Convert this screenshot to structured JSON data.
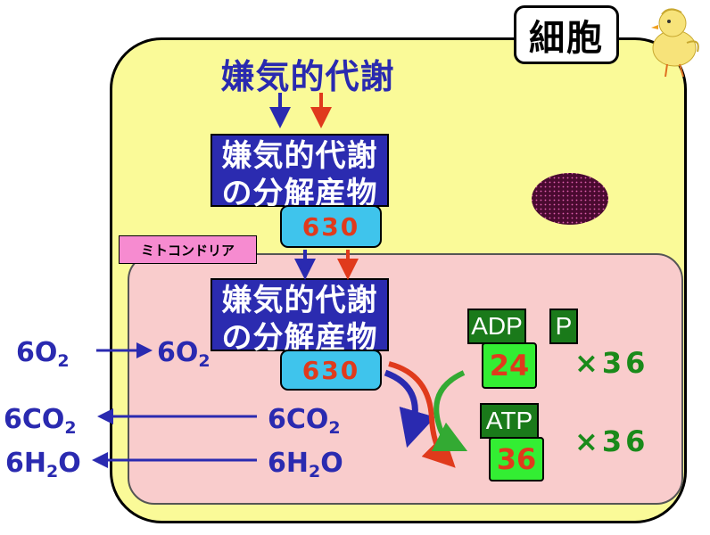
{
  "cell": {
    "label": "細胞"
  },
  "mitochondria": {
    "label": "ミトコンドリア"
  },
  "top_title": "嫌気的代謝",
  "product_box_upper": {
    "line1": "嫌気的代謝",
    "line2": "の分解産物",
    "value": "630"
  },
  "product_box_lower": {
    "line1": "嫌気的代謝",
    "line2": "の分解産物",
    "value": "630"
  },
  "oxygen": {
    "outside_coef": "6O",
    "outside_sub": "2",
    "inside_coef": "6O",
    "inside_sub": "2"
  },
  "co2": {
    "outside_coef": "6CO",
    "outside_sub": "2",
    "inside_coef": "6CO",
    "inside_sub": "2"
  },
  "h2o": {
    "outside_a": "6H",
    "outside_sub": "2",
    "outside_b": "O",
    "inside_a": "6H",
    "inside_sub": "2",
    "inside_b": "O"
  },
  "adp": {
    "label": "ADP",
    "phosphate": "P",
    "value": "24",
    "multiplier": "×36"
  },
  "atp": {
    "label": "ATP",
    "value": "36",
    "multiplier": "×36"
  },
  "colors": {
    "blue": "#2a2ab0",
    "red": "#e03a1c",
    "green": "#33aa33",
    "cell": "#fafa98",
    "mito": "#f9cccc"
  }
}
